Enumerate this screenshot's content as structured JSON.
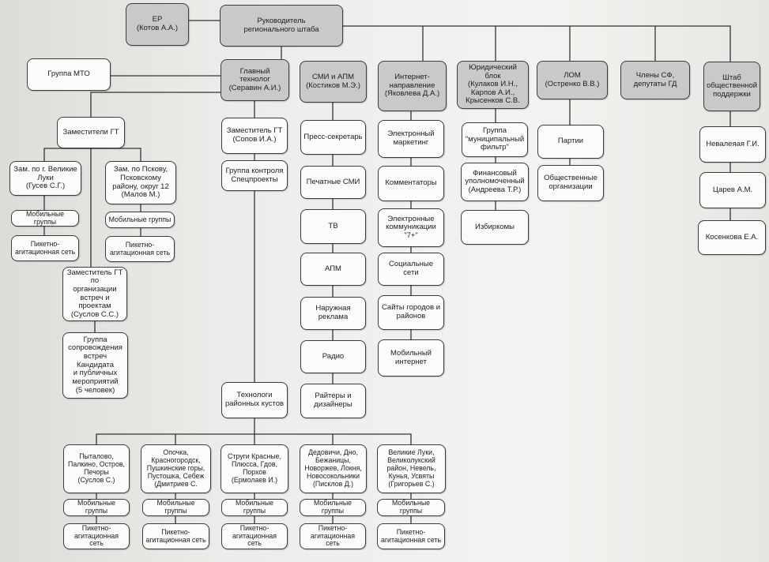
{
  "nodes": {
    "er": "ЕР\n(Котов А.А.)",
    "head": "Руководитель\nрегионального штаба",
    "mto": "Группа МТО",
    "tech": "Главный технолог\n(Серавин А.И.)",
    "smi": "СМИ и АПМ\n(Костиков М.Э.)",
    "inet": "Интернет-\nнаправление\n(Яковлева Д.А.)",
    "law": "Юридический блок\n(Кулаков И.Н.,\nКарпов А.И.,\nКрысенков С.В.",
    "lom": "ЛОМ\n(Остренко В.В.)",
    "sf": "Члены СФ,\nдепутаты ГД",
    "shtab": "Штаб\nобщественной\nподдержки",
    "dep_gt": "Заместители ГТ",
    "dep_vl": "Зам. по г. Великие\nЛуки\n(Гусев С.Г.)",
    "dep_psk": "Зам. по Пскову,\nПсковскому\nрайону, округ 12\n(Малов М.)",
    "mob1": "Мобильные группы",
    "pik1": "Пикетно-\nагитационная сеть",
    "mob2": "Мобильные группы",
    "pik2": "Пикетно-\nагитационная сеть",
    "dep_meet": "Заместитель ГТ по\nорганизации\nвстреч и проектам\n(Суслов С.С.)",
    "grp_meet": "Группа\nсопровождения\nвстреч Кандидата\nи публичных\nмероприятий\n(5 человек)",
    "dep_gt2": "Заместитель ГТ\n(Сопов И.А.)",
    "grp_spec": "Группа контроля\nСпецпроекты",
    "tech_cl": "Технологи\nрайонных кустов",
    "press": "Пресс-секретарь",
    "print": "Печатные СМИ",
    "tv": "ТВ",
    "apm": "АПМ",
    "outdoor": "Наружная реклама",
    "radio": "Радио",
    "writers": "Райтеры и\nдизайнеры",
    "emark": "Электронный\nмаркетинг",
    "comm": "Комментаторы",
    "ecomm": "Электронные\nкоммуникации\n\"7+\"",
    "soc": "Социальные\nсети",
    "sites": "Сайты городов и\nрайонов",
    "mobinet": "Мобильный\nинтернет",
    "munfilter": "Группа\n\"муниципальный\nфильтр\"",
    "fin": "Финансовый\nуполномоченный\n(Андреева Т.Р.)",
    "izb": "Избиркомы",
    "parties": "Партии",
    "orgs": "Общественные\nорганизации",
    "nev": "Невалеяая Г.И.",
    "car": "Царев А.М.",
    "kos": "Косенкова Е.А.",
    "cl1": "Пыталово,\nПалкино, Остров,\nПечоры\n(Суслов С.)",
    "cl2": "Опочка,\nКрасногородск,\nПушкинские горы,\nПустошка, Себеж\n(Дмитриев С.",
    "cl3": "Струги Красные,\nПлюсса, Гдов,\nПорхов\n(Ермолаев И.)",
    "cl4": "Дедовичи, Дно,\nБежаницы,\nНоворжев, Локня,\nНовосокольники\n(Писклов Д.)",
    "cl5": "Великие Луки,\nВеликолукский\nрайон, Невель,\nКунья, Усвяты\n(Григорьев С.)",
    "cm1": "Мобильные группы",
    "cm2": "Мобильные группы",
    "cm3": "Мобильные группы",
    "cm4": "Мобильные группы",
    "cm5": "Мобильные группы",
    "cp1": "Пикетно-\nагитационная сеть",
    "cp2": "Пикетно-\nагитационная сеть",
    "cp3": "Пикетно-\nагитационная сеть",
    "cp4": "Пикетно-\nагитационная сеть",
    "cp5": "Пикетно-\nагитационная сеть"
  }
}
